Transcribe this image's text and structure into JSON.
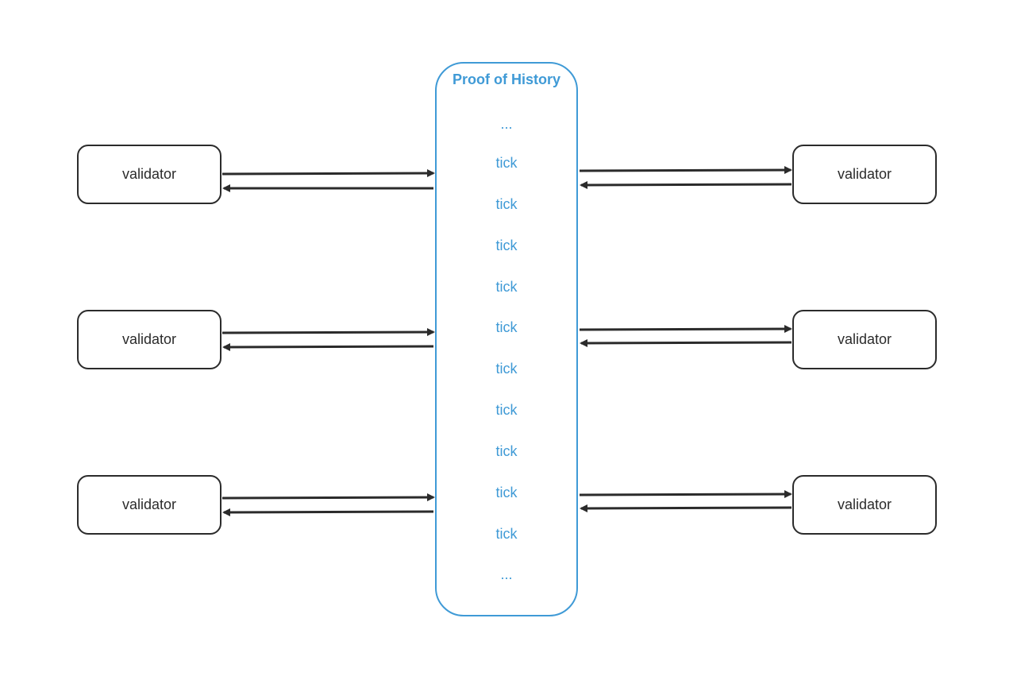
{
  "poh": {
    "title": "Proof of History",
    "items": [
      "...",
      "tick",
      "tick",
      "tick",
      "tick",
      "tick",
      "tick",
      "tick",
      "tick",
      "tick",
      "tick",
      "..."
    ]
  },
  "validators": {
    "left": [
      {
        "label": "validator"
      },
      {
        "label": "validator"
      },
      {
        "label": "validator"
      }
    ],
    "right": [
      {
        "label": "validator"
      },
      {
        "label": "validator"
      },
      {
        "label": "validator"
      }
    ]
  },
  "colors": {
    "stroke": "#2b2b2b",
    "accent": "#3f9ad6"
  }
}
